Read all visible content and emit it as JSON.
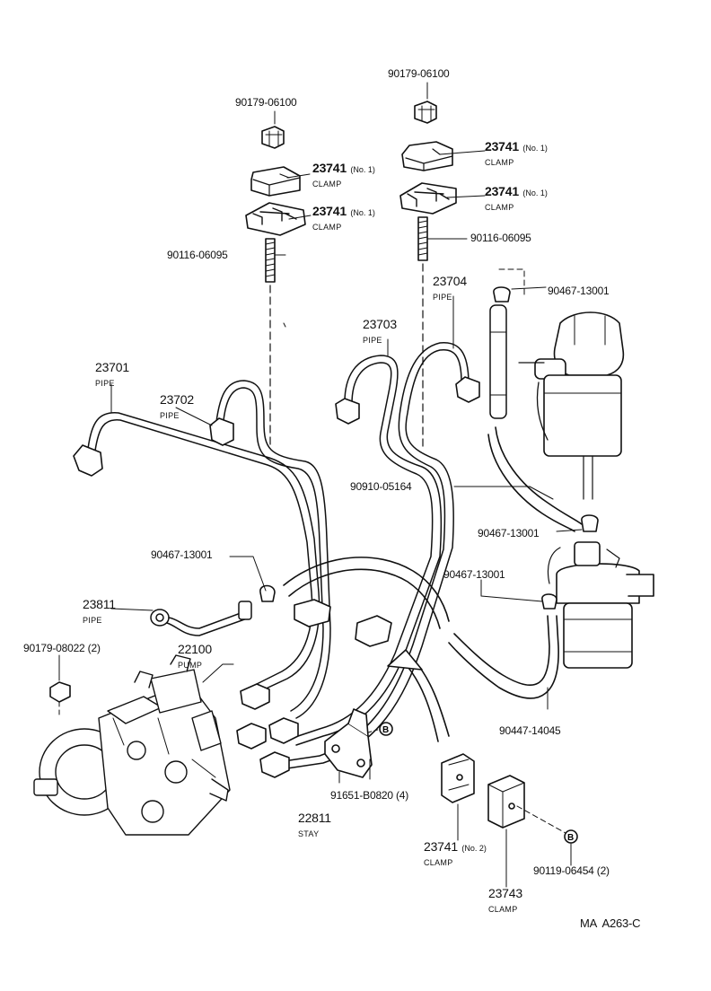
{
  "parts": {
    "nut_left": "90179-06100",
    "nut_right": "90179-06100",
    "clamp_l1": {
      "num": "23741",
      "note": "(No. 1)",
      "name": "CLAMP"
    },
    "clamp_l2": {
      "num": "23741",
      "note": "(No. 1)",
      "name": "CLAMP"
    },
    "clamp_r1": {
      "num": "23741",
      "note": "(No. 1)",
      "name": "CLAMP"
    },
    "clamp_r2": {
      "num": "23741",
      "note": "(No. 1)",
      "name": "CLAMP"
    },
    "stud_left": "90116-06095",
    "stud_right": "90116-06095",
    "pipe_23704": {
      "num": "23704",
      "name": "PIPE"
    },
    "pipe_23703": {
      "num": "23703",
      "name": "PIPE"
    },
    "pipe_23701": {
      "num": "23701",
      "name": "PIPE"
    },
    "pipe_23702": {
      "num": "23702",
      "name": "PIPE"
    },
    "clip_top": "90467-13001",
    "hose_90910": "90910-05164",
    "clip_mid_left": "90467-13001",
    "clip_right_upper": "90467-13001",
    "clip_right_lower": "90467-13001",
    "pipe_23811": {
      "num": "23811",
      "name": "PIPE"
    },
    "nut_pump": "90179-08022 (2)",
    "pump": {
      "num": "22100",
      "name": "PUMP"
    },
    "hose_90447": "90447-14045",
    "bolt_91651": "91651-B0820 (4)",
    "stay": {
      "num": "22811",
      "name": "STAY"
    },
    "clamp_no2": {
      "num": "23741",
      "note": "(No. 2)",
      "name": "CLAMP"
    },
    "clamp_23743": {
      "num": "23743",
      "name": "CLAMP"
    },
    "bolt_90119": "90119-06454 (2)",
    "ref_b1": "B",
    "ref_b2": "B"
  },
  "footer": "MA  A263-C"
}
